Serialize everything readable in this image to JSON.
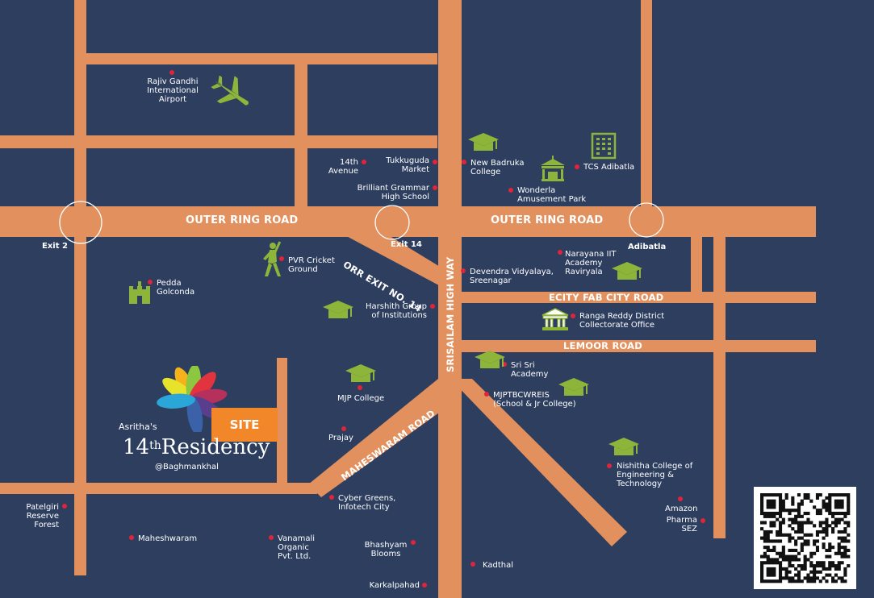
{
  "colors": {
    "background": "#2d3e5f",
    "road": "#e2905e",
    "marker": "#e0253a",
    "icon_green": "#8db53a",
    "site": "#f2872a"
  },
  "roads": {
    "outer_ring_left": "OUTER RING ROAD",
    "outer_ring_right": "OUTER RING ROAD",
    "orr_exit14": "ORR EXIT NO. 14",
    "srisailam": "SRISAILAM HIGH WAY",
    "ecity": "ECITY FAB CITY ROAD",
    "lemoor": "LEMOOR ROAD",
    "maheswaram": "MAHESWARAM ROAD"
  },
  "exits": {
    "exit2": "Exit 2",
    "exit14": "Exit 14",
    "adibatla": "Adibatla"
  },
  "places": {
    "airport": "Rajiv Gandhi\nInternational\nAirport",
    "avenue14": "14th\nAvenue",
    "tukkuguda": "Tukkuguda\nMarket",
    "brilliant": "Brilliant Grammar\nHigh School",
    "badruka": "New Badruka\nCollege",
    "wonderla": "Wonderla\nAmusement Park",
    "tcs": "TCS Adibatla",
    "pvr": "PVR Cricket\nGround",
    "pedda": "Pedda\nGolconda",
    "devendra": "Devendra Vidyalaya,\nSreenagar",
    "narayana": "Narayana IIT\nAcademy\nRaviryala",
    "harshith": "Harshith Group\nof Institutions",
    "ranga": "Ranga Reddy District\nCollectorate Office",
    "srisri": "Sri Sri\nAcademy",
    "mjp": "MJP College",
    "mjptbc": "MJPTBCWREIS\n(School & Jr College)",
    "prajay": "Prajay",
    "nishitha": "Nishitha College of\nEngineering &\nTechnology",
    "patelgiri": "Patelgiri\nReserve\nForest",
    "cyber": "Cyber Greens,\nInfotech City",
    "amazon": "Amazon",
    "amazon_pharma": "Pharma\nSEZ",
    "maheshwaram": "Maheshwaram",
    "vanamali": "Vanamali\nOrganic\nPvt. Ltd.",
    "bhashyam": "Bhashyam\nBlooms",
    "kadthal": "Kadthal",
    "karkalpahad": "Karkalpahad"
  },
  "site": {
    "label": "SITE"
  },
  "logo": {
    "brand": "Asritha's",
    "number": "14",
    "ordinal": "th",
    "name": "Residency",
    "subtitle": "@Baghmankhal"
  },
  "icons": {
    "airport": "airplane-icon",
    "cricket": "cricket-player-icon",
    "fort": "fort-icon",
    "college": "graduation-cap-icon",
    "office": "office-building-icon",
    "government": "government-building-icon",
    "park": "amusement-park-icon",
    "qr": "qr-code"
  }
}
